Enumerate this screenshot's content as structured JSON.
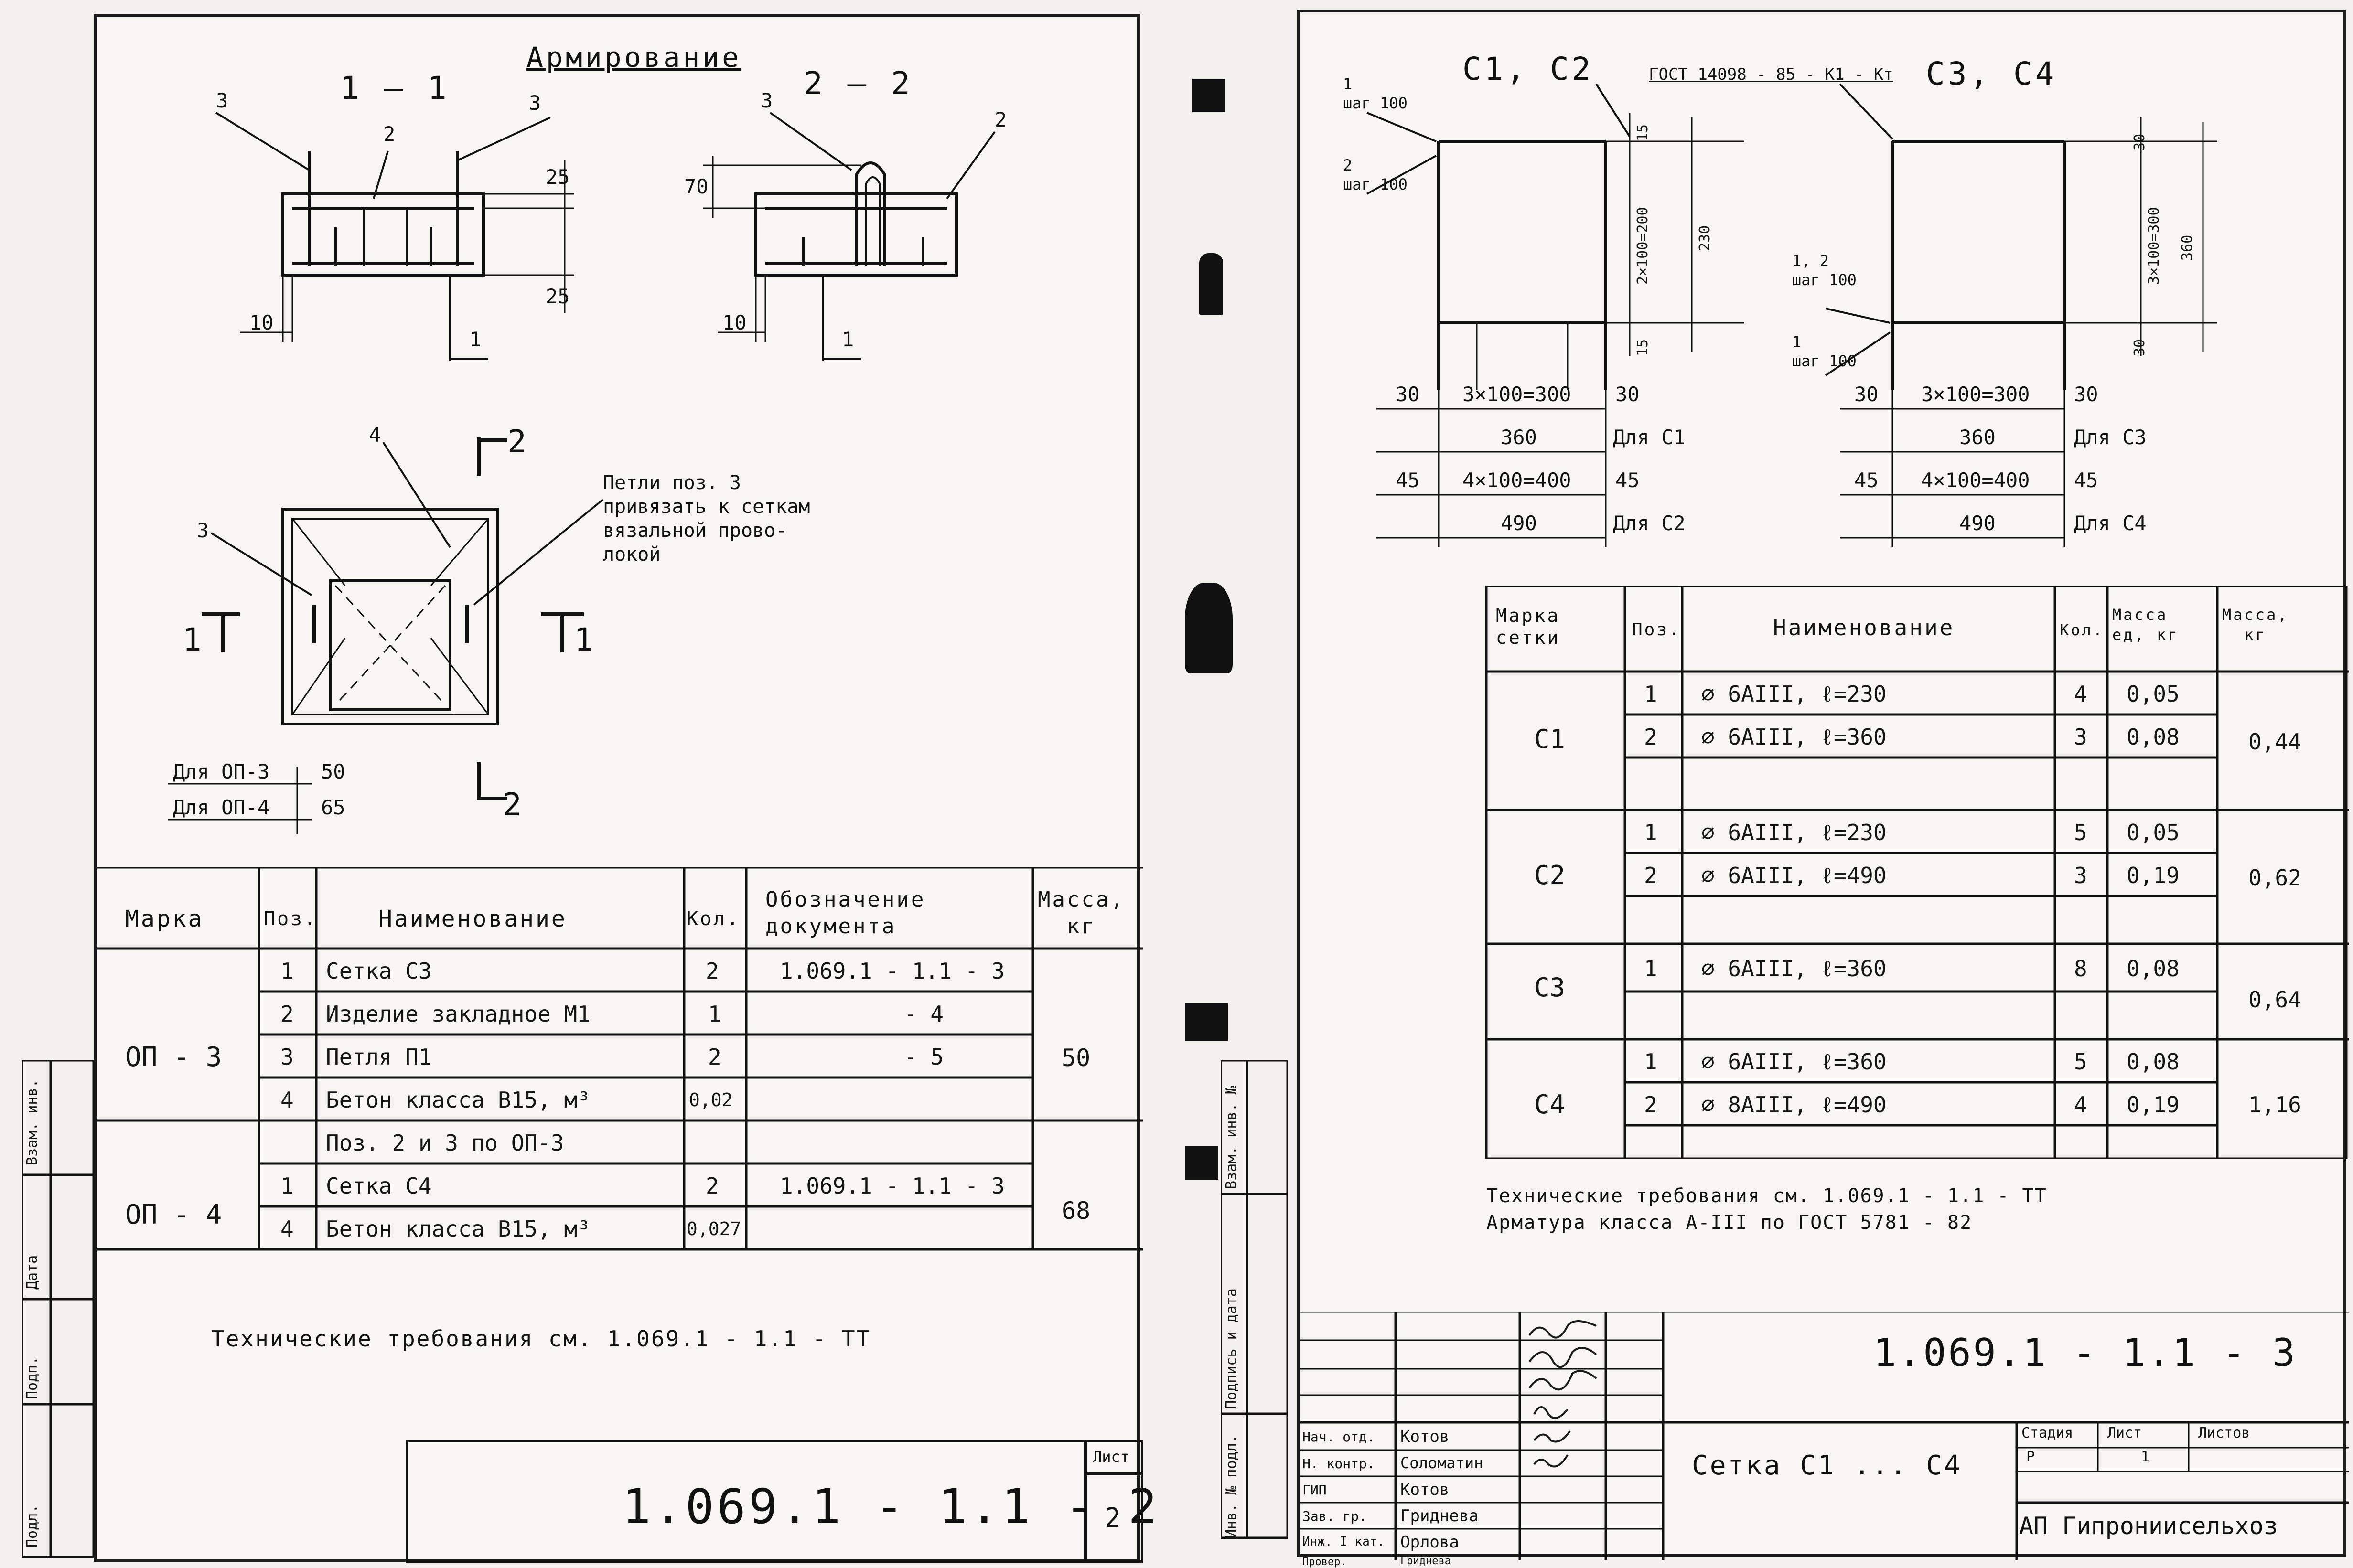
{
  "left_sheet": {
    "drawing_title": "Армирование",
    "sections": [
      "1 — 1",
      "2 — 2"
    ],
    "callouts": [
      "1",
      "2",
      "3",
      "4"
    ],
    "dims": [
      "25",
      "25",
      "70",
      "10",
      "10"
    ],
    "loop_note": "Петли поз. 3\nпривязать к сеткам\nвязальной прово-\nлокой",
    "op_dims": [
      {
        "label": "Для ОП-3",
        "value": "50"
      },
      {
        "label": "Для ОП-4",
        "value": "65"
      }
    ],
    "table": {
      "headers": [
        "Марка",
        "Поз.",
        "Наименование",
        "Кол.",
        "Обозначение\nдокумента",
        "Масса,\nкг"
      ],
      "rows": [
        {
          "mark": "ОП - 3",
          "pos": "1",
          "name": "Сетка С3",
          "qty": "2",
          "doc": "1.069.1 - 1.1 - 3",
          "mass": "50"
        },
        {
          "mark": "",
          "pos": "2",
          "name": "Изделие закладное М1",
          "qty": "1",
          "doc": "- 4",
          "mass": ""
        },
        {
          "mark": "",
          "pos": "3",
          "name": "Петля П1",
          "qty": "2",
          "doc": "- 5",
          "mass": ""
        },
        {
          "mark": "",
          "pos": "4",
          "name": "Бетон класса В15, м³",
          "qty": "0,02",
          "doc": "",
          "mass": ""
        },
        {
          "mark": "",
          "pos": "",
          "name": "Поз. 2 и 3 по ОП-3",
          "qty": "",
          "doc": "",
          "mass": ""
        },
        {
          "mark": "ОП - 4",
          "pos": "1",
          "name": "Сетка С4",
          "qty": "2",
          "doc": "1.069.1 - 1.1 - 3",
          "mass": "68"
        },
        {
          "mark": "",
          "pos": "4",
          "name": "Бетон класса В15, м³",
          "qty": "0,027",
          "doc": "",
          "mass": ""
        }
      ]
    },
    "tech_req": "Технические требования см. 1.069.1 - 1.1 - ТТ",
    "side_labels": [
      "Подл.",
      "Подп.",
      "Дата",
      "Взам. инв."
    ],
    "code": "1.069.1 - 1.1 - 2",
    "sheet_label": "Лист",
    "sheet_no": "2"
  },
  "right_sheet": {
    "titles": [
      "С1, С2",
      "С3, С4"
    ],
    "gost": "ГОСТ 14098 - 85 - К1 - Кт",
    "callouts_left": [
      "1\nшаг 100",
      "2\nшаг 100"
    ],
    "callouts_right": [
      "1, 2\nшаг 100",
      "1\nшаг 100"
    ],
    "dims_c12": {
      "top": "15",
      "mid": "2×100=200",
      "total": "230",
      "bot": "15",
      "r1": [
        "30",
        "3×100=300",
        "30"
      ],
      "r2": "360",
      "r2_label": "Для С1",
      "r3": [
        "45",
        "4×100=400",
        "45"
      ],
      "r4": "490",
      "r4_label": "Для С2"
    },
    "dims_c34": {
      "top": "30",
      "mid": "3×100=300",
      "total": "360",
      "bot": "30",
      "r1": [
        "30",
        "3×100=300",
        "30"
      ],
      "r2": "360",
      "r2_label": "Для С3",
      "r3": [
        "45",
        "4×100=400",
        "45"
      ],
      "r4": "490",
      "r4_label": "Для С4"
    },
    "table": {
      "headers": [
        "Марка\nсетки",
        "Поз.",
        "Наименование",
        "Кол.",
        "Масса\nед, кг",
        "Масса,\nкг"
      ],
      "groups": [
        {
          "mark": "С1",
          "mass": "0,44",
          "rows": [
            {
              "pos": "1",
              "name": "⌀ 6АIII, ℓ=230",
              "qty": "4",
              "unit": "0,05"
            },
            {
              "pos": "2",
              "name": "⌀ 6АIII, ℓ=360",
              "qty": "3",
              "unit": "0,08"
            }
          ]
        },
        {
          "mark": "С2",
          "mass": "0,62",
          "rows": [
            {
              "pos": "1",
              "name": "⌀ 6АIII, ℓ=230",
              "qty": "5",
              "unit": "0,05"
            },
            {
              "pos": "2",
              "name": "⌀ 6АIII, ℓ=490",
              "qty": "3",
              "unit": "0,19"
            }
          ]
        },
        {
          "mark": "С3",
          "mass": "0,64",
          "rows": [
            {
              "pos": "1",
              "name": "⌀ 6АIII, ℓ=360",
              "qty": "8",
              "unit": "0,08"
            }
          ]
        },
        {
          "mark": "С4",
          "mass": "1,16",
          "rows": [
            {
              "pos": "1",
              "name": "⌀ 6АIII, ℓ=360",
              "qty": "5",
              "unit": "0,08"
            },
            {
              "pos": "2",
              "name": "⌀ 8АIII, ℓ=490",
              "qty": "4",
              "unit": "0,19"
            }
          ]
        }
      ]
    },
    "tech_req": "Технические требования см. 1.069.1 - 1.1 - ТТ\nАрматура класса А-III по ГОСТ 5781 - 82",
    "side_labels": [
      "Инв. № подл.",
      "Подпись и дата",
      "Взам. инв. №"
    ],
    "staff": [
      {
        "role": "Нач. отд.",
        "name": "Котов"
      },
      {
        "role": "Н. контр.",
        "name": "Соломатин"
      },
      {
        "role": "ГИП",
        "name": "Котов"
      },
      {
        "role": "Зав. гр.",
        "name": "Гриднева"
      },
      {
        "role": "Инж. I кат.",
        "name": "Орлова"
      },
      {
        "role": "Провер.",
        "name": "Гриднева"
      }
    ],
    "code": "1.069.1 - 1.1 - 3",
    "title": "Сетка С1 ... С4",
    "stage_labels": [
      "Стадия",
      "Лист",
      "Листов"
    ],
    "stage": "Р",
    "sheet": "1",
    "sheets": "",
    "org": "АП Гипрониисельхоз"
  }
}
